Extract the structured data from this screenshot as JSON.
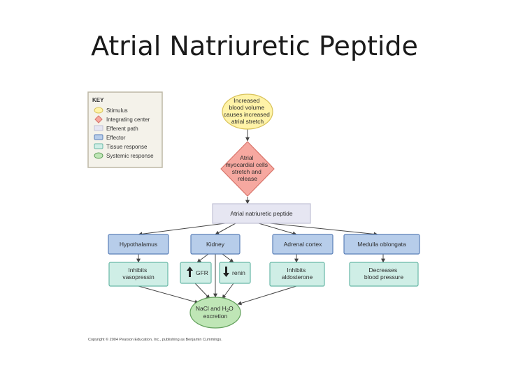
{
  "slide": {
    "title": "Atrial Natriuretic Peptide"
  },
  "key": {
    "heading": "KEY",
    "items": [
      {
        "label": "Stimulus",
        "shape": "ellipse",
        "fill": "#fff3a8",
        "stroke": "#d8c25a"
      },
      {
        "label": "Integrating center",
        "shape": "diamond",
        "fill": "#f6a8a0",
        "stroke": "#d8746a"
      },
      {
        "label": "Efferent path",
        "shape": "rect",
        "fill": "#e6e6f2",
        "stroke": "#c2c2d6"
      },
      {
        "label": "Effector",
        "shape": "rect",
        "fill": "#b7cdea",
        "stroke": "#5a7fb8"
      },
      {
        "label": "Tissue response",
        "shape": "rect",
        "fill": "#cfeee6",
        "stroke": "#68b8a6"
      },
      {
        "label": "Systemic response",
        "shape": "ellipse",
        "fill": "#bfe6b6",
        "stroke": "#62a05c"
      }
    ]
  },
  "nodes": {
    "stimulus": {
      "lines": [
        "Increased",
        "blood volume",
        "causes increased",
        "atrial stretch"
      ]
    },
    "integrating": {
      "lines": [
        "Atrial",
        "myocardial cells",
        "stretch and",
        "release"
      ]
    },
    "efferent": {
      "label": "Atrial natriuretic peptide"
    },
    "effectors": [
      {
        "label": "Hypothalamus"
      },
      {
        "label": "Kidney"
      },
      {
        "label": "Adrenal cortex"
      },
      {
        "label": "Medulla oblongata"
      }
    ],
    "responses": [
      {
        "lines": [
          "Inhibits",
          "vasopressin"
        ]
      },
      {
        "lines": [
          "GFR"
        ],
        "arrow": "up"
      },
      {
        "lines": [
          "renin"
        ],
        "arrow": "down"
      },
      {
        "lines": [
          "Inhibits",
          "aldosterone"
        ]
      },
      {
        "lines": [
          "Decreases",
          "blood pressure"
        ]
      }
    ],
    "systemic": {
      "line1": "NaCl and H",
      "sub": "2",
      "line1_end": "O",
      "line2": "excretion"
    }
  },
  "copyright": "Copyright © 2004 Pearson Education, Inc., publishing as Benjamin Cummings."
}
